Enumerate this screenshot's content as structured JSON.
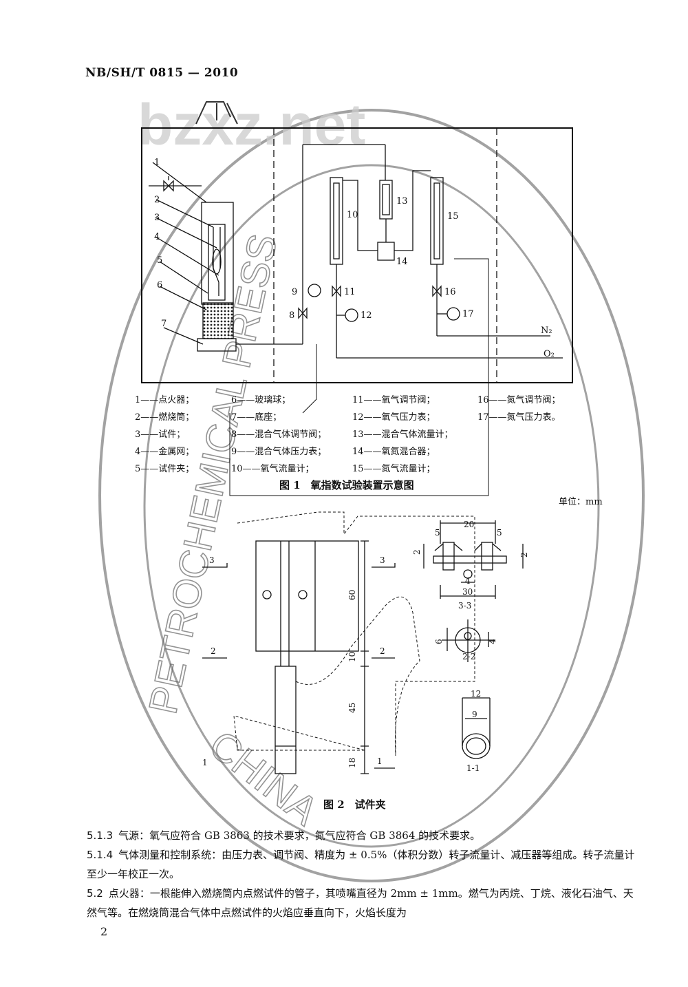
{
  "header": {
    "standard_no": "NB/SH/T 0815 — 2010"
  },
  "watermark": {
    "site": "bzxz.net",
    "stamp_text": "PETROCHEMICAL PRESS",
    "stamp_bottom": "CHINA"
  },
  "figure1": {
    "labels": [
      "1",
      "2",
      "3",
      "4",
      "5",
      "6",
      "7",
      "8",
      "9",
      "10",
      "11",
      "12",
      "13",
      "14",
      "15",
      "16",
      "17"
    ],
    "gas_n2": "N₂",
    "gas_o2": "O₂",
    "legend": [
      {
        "num": "1",
        "text": "——点火器；"
      },
      {
        "num": "2",
        "text": "——燃烧筒；"
      },
      {
        "num": "3",
        "text": "——试件；"
      },
      {
        "num": "4",
        "text": "——金属网；"
      },
      {
        "num": "5",
        "text": "——试件夹；"
      },
      {
        "num": "6",
        "text": "——玻璃球；"
      },
      {
        "num": "7",
        "text": "——底座；"
      },
      {
        "num": "8",
        "text": "——混合气体调节阀；"
      },
      {
        "num": "9",
        "text": "——混合气体压力表；"
      },
      {
        "num": "10",
        "text": "——氧气流量计；"
      },
      {
        "num": "11",
        "text": "——氧气调节阀；"
      },
      {
        "num": "12",
        "text": "——氧气压力表；"
      },
      {
        "num": "13",
        "text": "——混合气体流量计；"
      },
      {
        "num": "14",
        "text": "——氧氮混合器；"
      },
      {
        "num": "15",
        "text": "——氮气流量计；"
      },
      {
        "num": "16",
        "text": "——氮气调节阀；"
      },
      {
        "num": "17",
        "text": "——氮气压力表。"
      }
    ],
    "caption": "图 1　氧指数试验装置示意图"
  },
  "figure2": {
    "unit": "单位：mm",
    "dims": {
      "d60": "60",
      "d10": "10",
      "d45": "45",
      "d18": "18",
      "d20": "20",
      "d5a": "5",
      "d5b": "5",
      "d2a": "2",
      "d2b": "2",
      "d4a": "4",
      "d30": "30",
      "d6": "6",
      "d4b": "4",
      "d12": "12",
      "d9": "9"
    },
    "sections": {
      "s3l": "3",
      "s3r": "3",
      "s2l": "2",
      "s2r": "2",
      "s1l": "1",
      "s1r": "1"
    },
    "views": {
      "v33": "3-3",
      "v22": "2-2",
      "v11": "1-1"
    },
    "caption": "图 2　试件夹"
  },
  "paragraphs": [
    {
      "num": "5.1.3",
      "text": "气源：氧气应符合 GB 3863 的技术要求，氮气应符合 GB 3864 的技术要求。"
    },
    {
      "num": "5.1.4",
      "text": "气体测量和控制系统：由压力表、调节阀、精度为 ± 0.5%（体积分数）转子流量计、减压器等组成。转子流量计至少一年校正一次。"
    },
    {
      "num": "5.2",
      "text": "点火器：一根能伸入燃烧筒内点燃试件的管子，其喷嘴直径为 2mm ± 1mm。燃气为丙烷、丁烷、液化石油气、天然气等。在燃烧筒混合气体中点燃试件的火焰应垂直向下，火焰长度为"
    }
  ],
  "page_number": "2"
}
